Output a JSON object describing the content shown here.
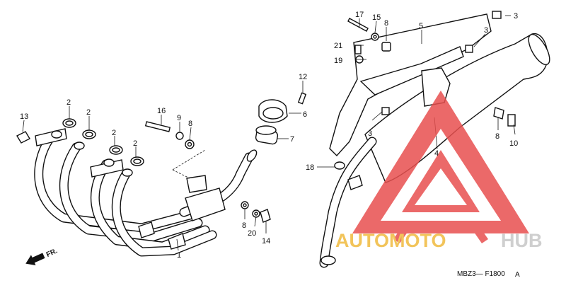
{
  "diagram": {
    "callouts": [
      "1",
      "2",
      "2",
      "2",
      "2",
      "3",
      "3",
      "3",
      "4",
      "5",
      "6",
      "7",
      "8",
      "8",
      "8",
      "8",
      "9",
      "10",
      "12",
      "13",
      "14",
      "15",
      "16",
      "17",
      "18",
      "19",
      "20",
      "21"
    ],
    "drawing_code": "MBZ3— F1800",
    "drawing_code_suffix": "A",
    "direction_label": "FR."
  },
  "watermark": {
    "text_a": "AUTOMOTO",
    "text_b": "HUB",
    "color_logo": "#e8504f",
    "color_text_a": "#f2c45a",
    "color_text_b": "#cfcfcf"
  }
}
